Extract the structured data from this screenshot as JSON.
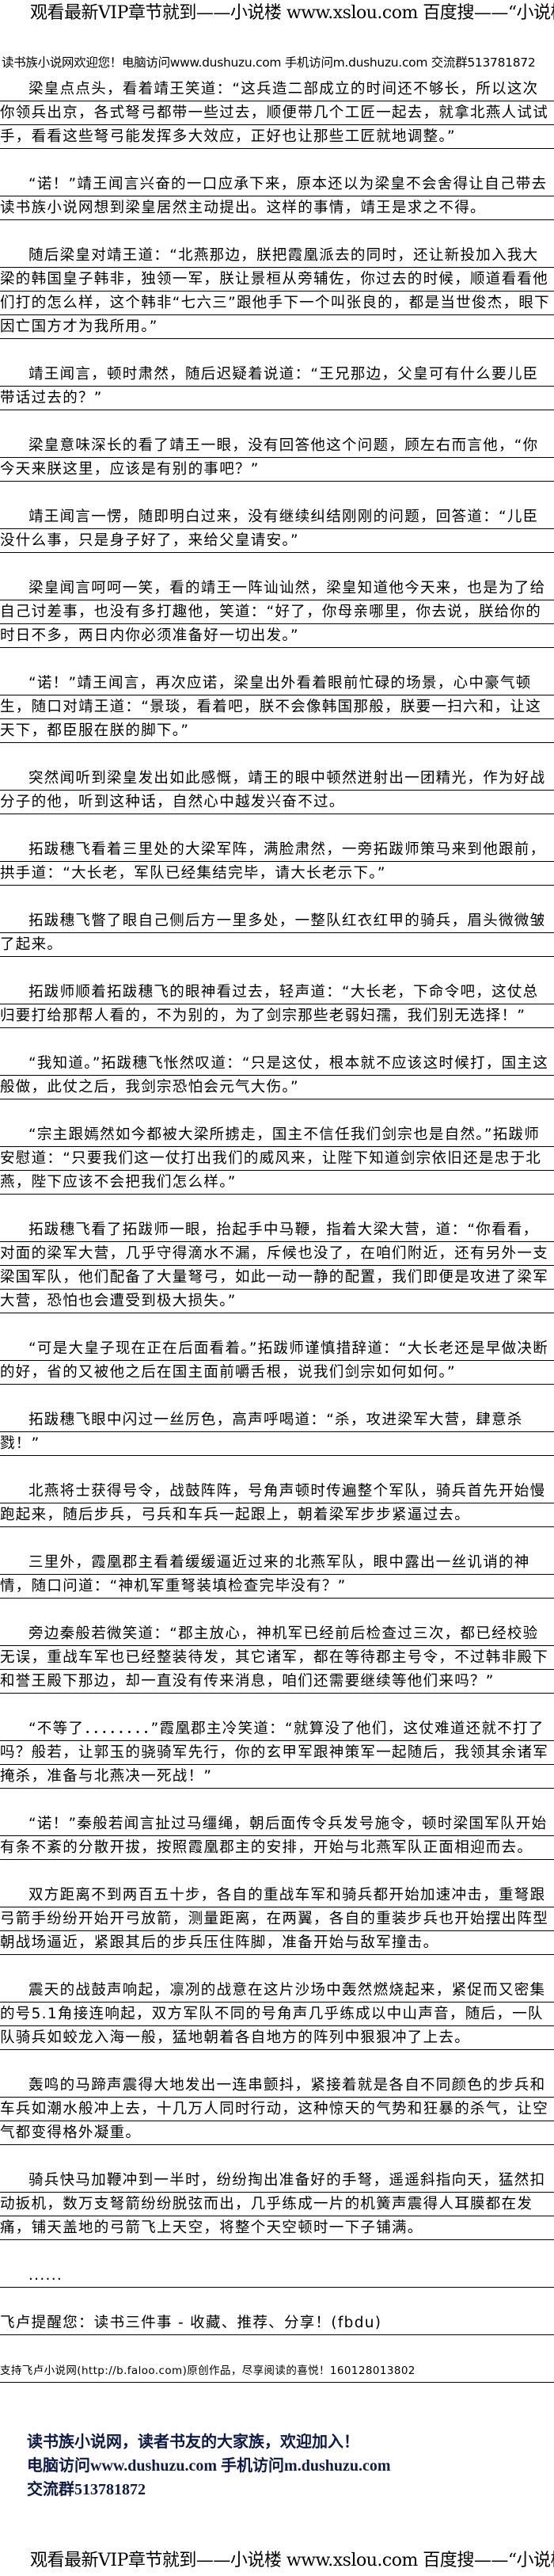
{
  "banner": "观看最新VIP章节就到——小说楼 www.xslou.com 百度搜——“小说楼”",
  "welcome": "读书族小说网欢迎您！电脑访问www.dushuzu.com 手机访问m.dushuzu.com 交流群513781872",
  "paragraphs": [
    "梁皇点点头，看着靖王笑道：“这兵造二部成立的时间还不够长，所以这次你领兵出京，各式弩弓都带一些过去，顺便带几个工匠一起去，就拿北燕人试试手，看看这些弩弓能发挥多大效应，正好也让那些工匠就地调整。”",
    "“诺！”靖王闻言兴奋的一口应承下来，原本还以为梁皇不会舍得让自己带去读书族小说网想到梁皇居然主动提出。这样的事情，靖王是求之不得。",
    "随后梁皇对靖王道：“北燕那边，朕把霞凰派去的同时，还让新投加入我大梁的韩国皇子韩非，独领一军，朕让景桓从旁辅佐，你过去的时候，顺道看看他们打的怎么样，这个韩非“七六三”跟他手下一个叫张良的，都是当世俊杰，眼下因亡国方才为我所用。”",
    "靖王闻言，顿时肃然，随后迟疑着说道：“王兄那边，父皇可有什么要儿臣带话过去的？”",
    "梁皇意味深长的看了靖王一眼，没有回答他这个问题，顾左右而言他，“你今天来朕这里，应该是有别的事吧？”",
    "靖王闻言一愣，随即明白过来，没有继续纠结刚刚的问题，回答道：“儿臣没什么事，只是身子好了，来给父皇请安。”",
    "梁皇闻言呵呵一笑，看的靖王一阵讪讪然，梁皇知道他今天来，也是为了给自己讨差事，也没有多打趣他，笑道：“好了，你母亲哪里，你去说，朕给你的时日不多，两日内你必须准备好一切出发。”",
    "“诺！”靖王闻言，再次应诺，梁皇出外看着眼前忙碌的场景，心中豪气顿生，随口对靖王道：“景琰，看着吧，朕不会像韩国那般，朕要一扫六和，让这天下，都臣服在朕的脚下。”",
    "突然闻听到梁皇发出如此感慨，靖王的眼中顿然迸射出一团精光，作为好战分子的他，听到这种话，自然心中越发兴奋不过。",
    "拓跋穗飞看着三里处的大梁军阵，满脸肃然，一旁拓跋师策马来到他跟前，拱手道：“大长老，军队已经集结完毕，请大长老示下。”",
    "拓跋穗飞瞥了眼自己侧后方一里多处，一整队红衣红甲的骑兵，眉头微微皱了起来。",
    "拓跋师顺着拓跋穗飞的眼神看过去，轻声道：“大长老，下命令吧，这仗总归要打给那帮人看的，不为别的，为了剑宗那些老弱妇孺，我们别无选择！”",
    "“我知道。”拓跋穗飞怅然叹道：“只是这仗，根本就不应该这时候打，国主这般做，此仗之后，我剑宗恐怕会元气大伤。”",
    "“宗主跟嫣然如今都被大梁所掳走，国主不信任我们剑宗也是自然。”拓跋师安慰道：“只要我们这一仗打出我们的威风来，让陛下知道剑宗依旧还是忠于北燕，陛下应该不会把我们怎么样。”",
    "拓跋穗飞看了拓跋师一眼，抬起手中马鞭，指着大梁大营，道：“你看看，对面的梁军大营，几乎守得滴水不漏，斥候也没了，在咱们附近，还有另外一支梁国军队，他们配备了大量弩弓，如此一动一静的配置，我们即便是攻进了梁军大营，恐怕也会遭受到极大损失。”",
    "“可是大皇子现在正在后面看着。”拓跋师谨慎措辞道：“大长老还是早做决断的好，省的又被他之后在国主面前嚼舌根，说我们剑宗如何如何。”",
    "拓跋穗飞眼中闪过一丝厉色，高声呼喝道：“杀，攻进梁军大营，肆意杀戮！”",
    "北燕将士获得号令，战鼓阵阵，号角声顿时传遍整个军队，骑兵首先开始慢跑起来，随后步兵，弓兵和车兵一起跟上，朝着梁军步步紧逼过去。",
    "三里外，霞凰郡主看着缓缓逼近过来的北燕军队，眼中露出一丝讥诮的神情，随口问道：“神机军重弩装填检查完毕没有？”",
    "旁边秦般若微笑道：“郡主放心，神机军已经前后检查过三次，都已经校验无误，重战车军也已经整装待发，其它诸军，都在等待郡主号令，不过韩非殿下和誉王殿下那边，却一直没有传来消息，咱们还需要继续等他们来吗？”",
    "“不等了．．．．．．．．”霞凰郡主冷笑道：“就算没了他们，这仗难道还就不打了吗？般若，让郭玉的骁骑军先行，你的玄甲军跟神策军一起随后，我领其余诸军掩杀，准备与北燕决一死战！”",
    "“诺！”秦般若闻言扯过马缰绳，朝后面传令兵发号施令，顿时梁国军队开始有条不紊的分散开拔，按照霞凰郡主的安排，开始与北燕军队正面相迎而去。",
    "双方距离不到两百五十步，各自的重战车军和骑兵都开始加速冲击，重弩跟弓箭手纷纷开始开弓放箭，测量距离，在两翼，各自的重装步兵也开始摆出阵型朝战场逼近，紧跟其后的步兵压住阵脚，准备开始与敌军撞击。",
    "震天的战鼓声响起，凛冽的战意在这片沙场中轰然燃烧起来，紧促而又密集的号5.1角接连响起，双方军队不同的号角声几乎练成以中山声音，随后，一队队骑兵如蛟龙入海一般，猛地朝着各自地方的阵列中狠狠冲了上去。",
    "轰鸣的马蹄声震得大地发出一连串颤抖，紧接着就是各自不同颜色的步兵和车兵如潮水般冲上去，十几万人同时行动，这种惊天的气势和狂暴的杀气，让空气都变得格外凝重。",
    "骑兵快马加鞭冲到一半时，纷纷掏出准备好的手弩，遥遥斜指向天，猛然扣动扳机，数万支弩箭纷纷脱弦而出，几乎练成一片的机簧声震得人耳膜都在发痛，铺天盖地的弓箭飞上天空，将整个天空顿时一下子铺满。",
    "......"
  ],
  "reminder": "飞卢提醒您：读书三件事 - 收藏、推荐、分享！(fbdu)",
  "faloo_note": "支持飞卢小说网(http://b.faloo.com)原创作品，尽享阅读的喜悦！160128013802",
  "footer": {
    "line1": "读书族小说网，读者书友的大家族，欢迎加入！",
    "line2": "电脑访问www.dushuzu.com 手机访问m.dushuzu.com",
    "line3": "交流群513781872"
  }
}
